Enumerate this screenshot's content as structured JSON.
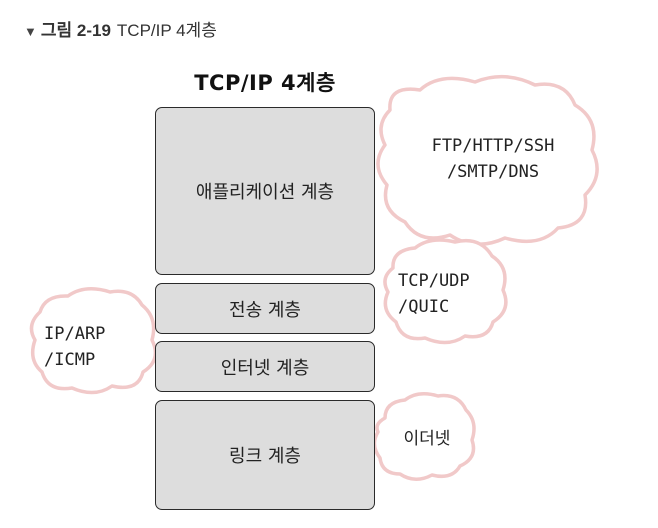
{
  "caption": {
    "figure_label": "그림 2-19",
    "title": "TCP/IP 4계층"
  },
  "diagram": {
    "title": "TCP/IP 4계층",
    "layers": [
      {
        "name": "애플리케이션 계층",
        "protocols": "FTP/HTTP/SSH\n/SMTP/DNS"
      },
      {
        "name": "전송 계층",
        "protocols": "TCP/UDP\n/QUIC"
      },
      {
        "name": "인터넷 계층",
        "protocols": "IP/ARP\n/ICMP"
      },
      {
        "name": "링크 계층",
        "protocols": "이더넷"
      }
    ]
  },
  "colors": {
    "layer_fill": "#dddddd",
    "layer_border": "#2a2a2a",
    "cloud_outline": "#f1c9c9",
    "cloud_fill": "#ffffff"
  }
}
